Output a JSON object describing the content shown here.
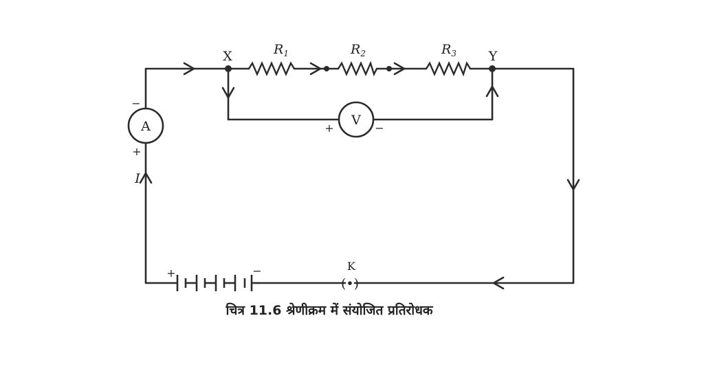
{
  "figure": {
    "caption": "चित्र 11.6 श्रेणीक्रम में संयोजित प्रतिरोधक"
  },
  "labels": {
    "node_x": "X",
    "node_y": "Y",
    "r1_base": "R",
    "r1_sub": "1",
    "r2_base": "R",
    "r2_sub": "2",
    "r3_base": "R",
    "r3_sub": "3",
    "ammeter": "A",
    "voltmeter": "V",
    "key": "K",
    "current": "I",
    "ammeter_minus": "−",
    "ammeter_plus": "+",
    "voltmeter_plus": "+",
    "voltmeter_minus": "−",
    "battery_plus": "+",
    "battery_minus": "−",
    "key_symbol": "(•)"
  }
}
